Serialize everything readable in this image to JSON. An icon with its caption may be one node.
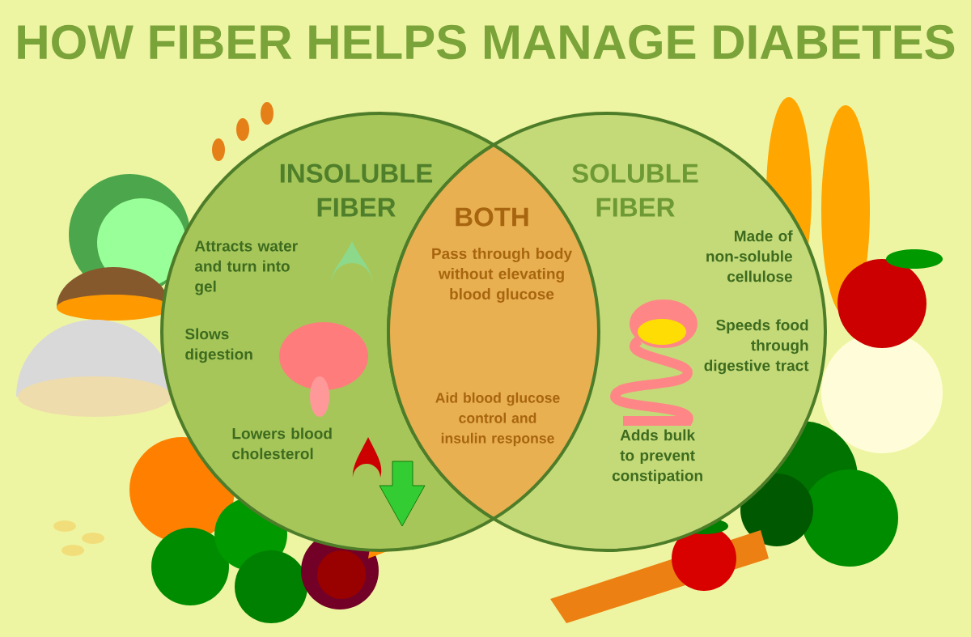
{
  "diagram": {
    "title": "HOW FIBER HELPS MANAGE DIABETES",
    "nodes": [
      {
        "text": [
          "INSOLUBLE FIBER",
          "Attracts water and turn into gel",
          "Slows digestion",
          "Lowers blood cholesterol"
        ]
      },
      {
        "text": [
          "SOLUBLE FIBER",
          "Made of non-soluble cellulose",
          "Speeds food through digestive tract",
          "Adds bulk to prevent constipation"
        ]
      },
      {
        "text": [
          "BOTH",
          "Pass through body without elevating blood glucose",
          "Aid blood glucose control and insulin response"
        ]
      }
    ]
  }
}
